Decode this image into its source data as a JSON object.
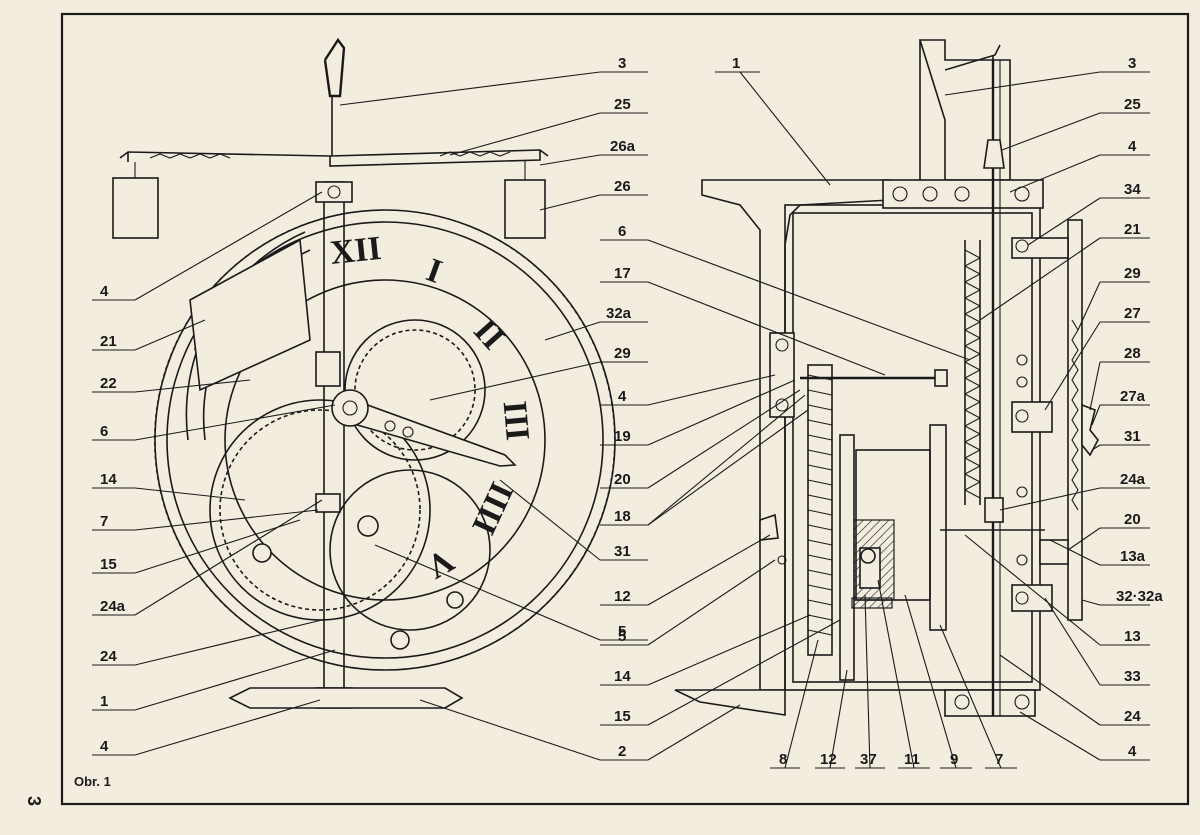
{
  "page_number": "3",
  "figure_caption": "Obr. 1",
  "dial_numerals": [
    "XII",
    "I",
    "II",
    "III",
    "IIII",
    "V"
  ],
  "left_labels": [
    "3",
    "25",
    "26a",
    "26",
    "4",
    "21",
    "22",
    "6",
    "14",
    "7",
    "15",
    "24a",
    "24",
    "1",
    "4",
    "32a",
    "29",
    "31",
    "5",
    "2"
  ],
  "right_labels": [
    "1",
    "6",
    "17",
    "4",
    "19",
    "20",
    "18",
    "12",
    "5",
    "14",
    "15",
    "3",
    "25",
    "4",
    "34",
    "21",
    "29",
    "27",
    "28",
    "27a",
    "31",
    "24a",
    "20",
    "13a",
    "32·32a",
    "13",
    "33",
    "24",
    "4",
    "8",
    "12",
    "37",
    "11",
    "9",
    "7"
  ],
  "colors": {
    "paper": "#f3ede0",
    "ink": "#1a1a1a"
  }
}
